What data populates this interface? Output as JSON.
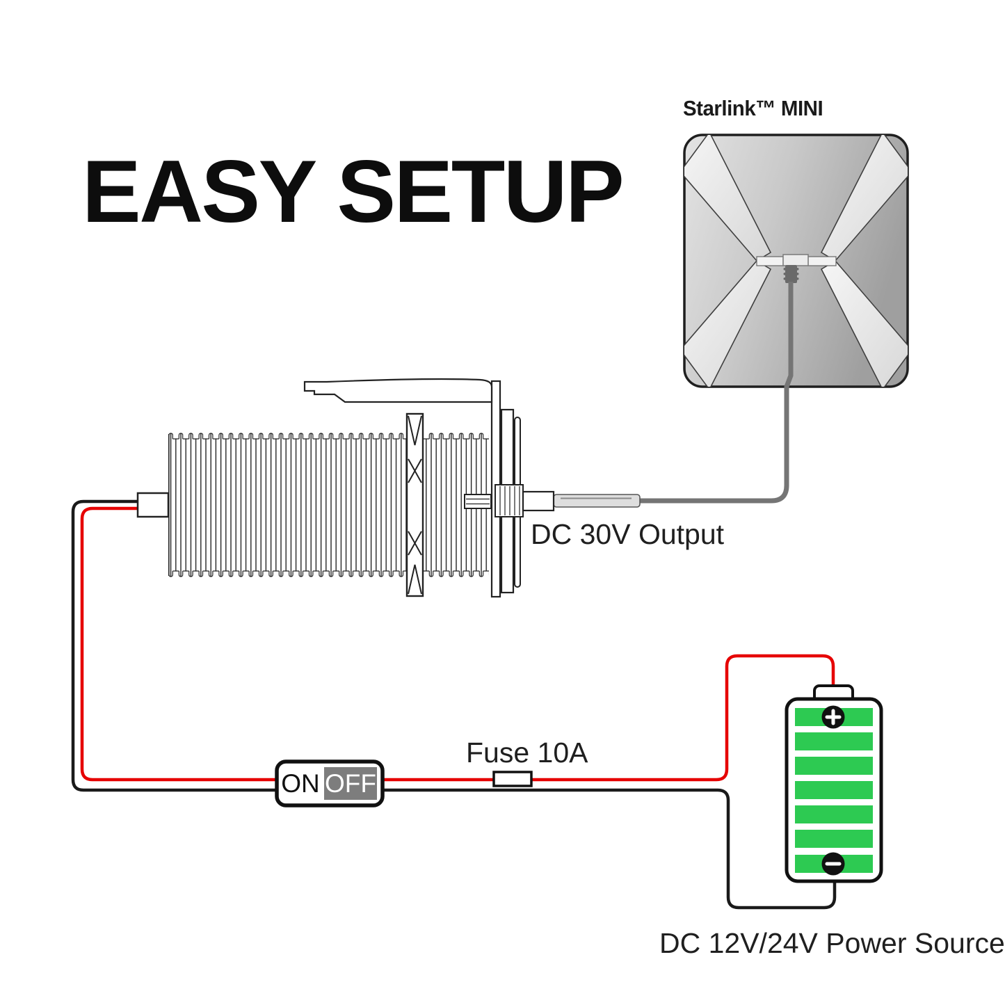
{
  "title": "EASY SETUP",
  "dish": {
    "label": "Starlink™ MINI"
  },
  "converter": {
    "output_label": "DC 30V Output"
  },
  "switch": {
    "on_label": "ON",
    "off_label": "OFF"
  },
  "fuse": {
    "label": "Fuse 10A"
  },
  "battery": {
    "cell_count": 7,
    "positive_symbol": "+",
    "negative_symbol": "−",
    "label": "DC 12V/24V Power Source"
  },
  "colors": {
    "wire_positive_red": "#e60000",
    "wire_negative_black": "#1a1a1a",
    "battery_green": "#2dca52",
    "switch_off_gray": "#7d7d7d",
    "cable_gray": "#757575"
  }
}
